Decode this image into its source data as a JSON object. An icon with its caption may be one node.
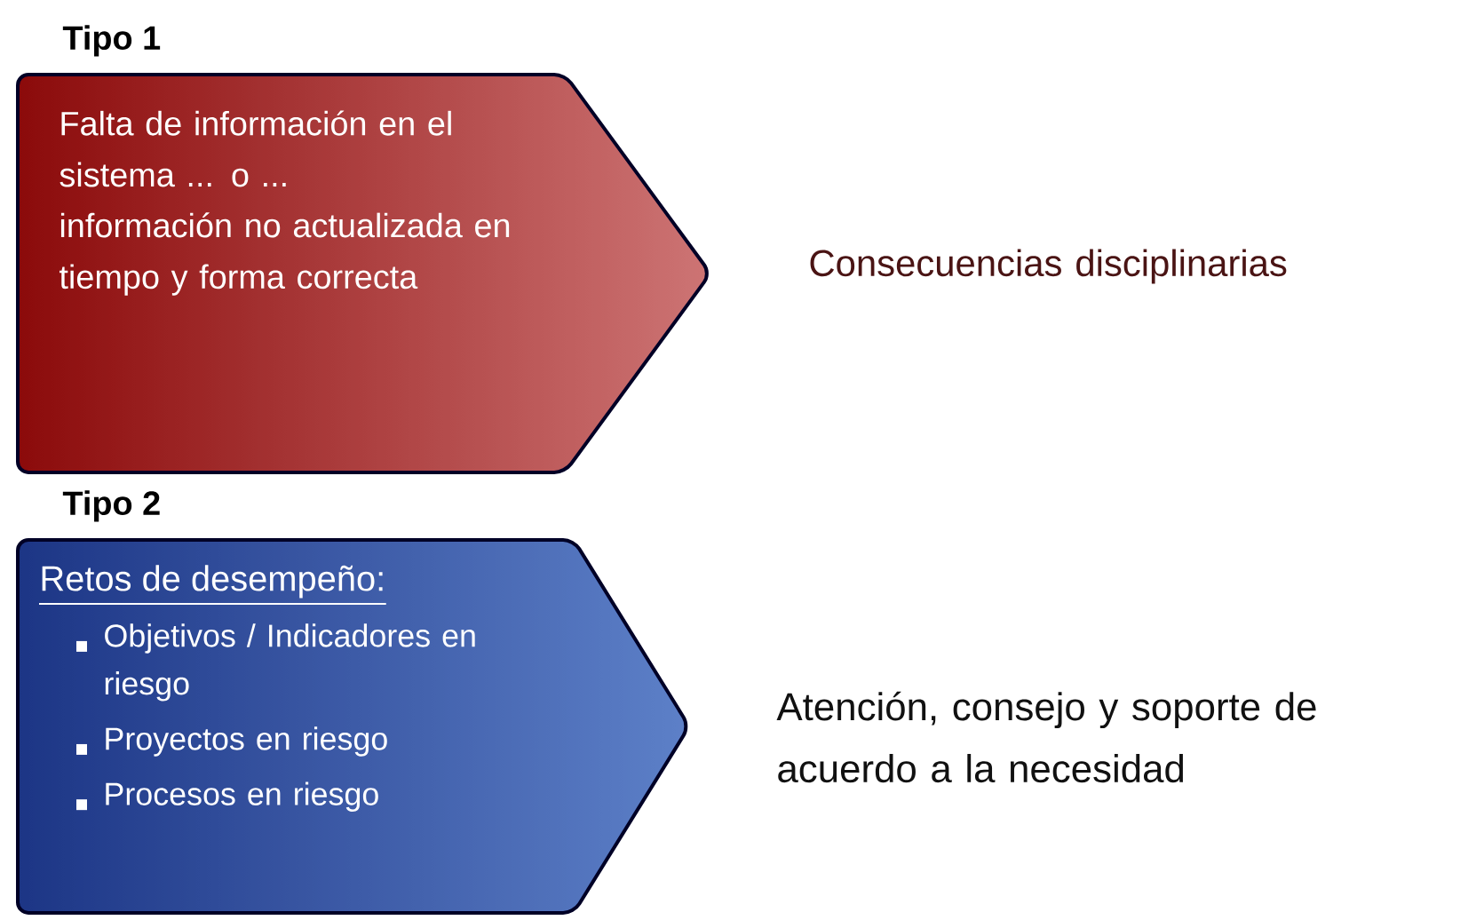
{
  "diagram": {
    "nodes": [
      {
        "text": [
          "Tipo 1",
          "Falta de información en el sistema ... o ...",
          "información no actualizada en tiempo y forma correcta"
        ],
        "beside": [
          "Consecuencias disciplinarias"
        ]
      },
      {
        "text": [
          "Tipo 2",
          "Retos de desempeño:",
          "Objetivos / Indicadores en riesgo",
          "Proyectos en riesgo",
          "Procesos en riesgo"
        ],
        "beside": [
          "Atención, consejo y soporte de acuerdo a la necesidad"
        ]
      }
    ]
  }
}
